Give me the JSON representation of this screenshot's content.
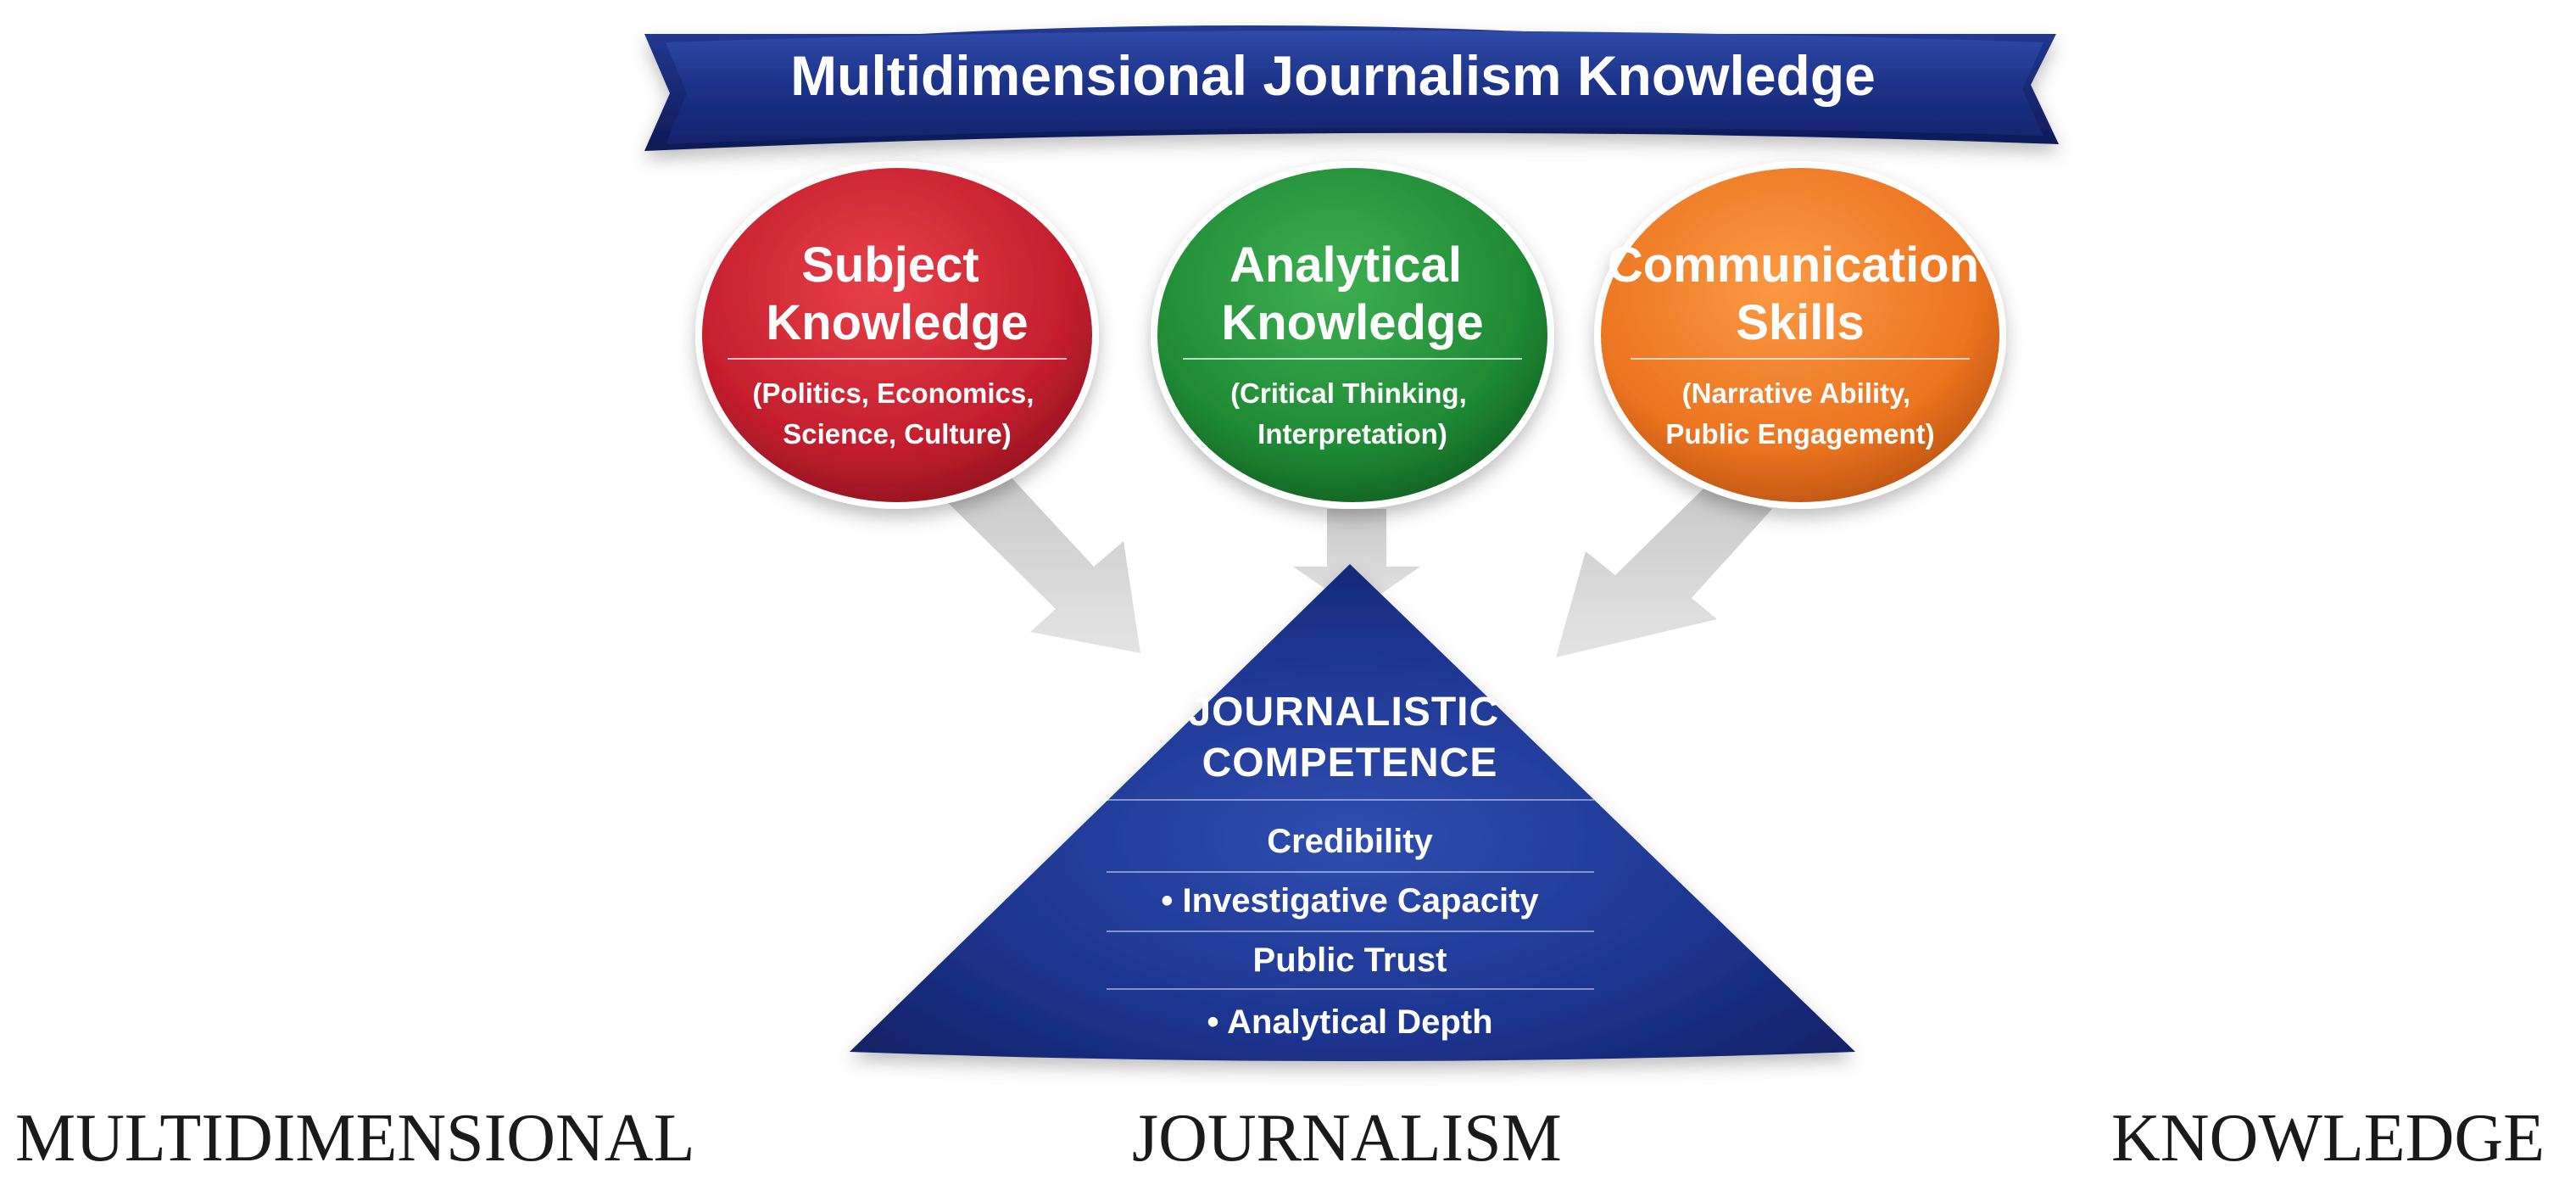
{
  "banner": {
    "title": "Multidimensional Journalism Knowledge"
  },
  "circles": [
    {
      "title_lines": [
        "Subject",
        "Knowledge"
      ],
      "sub_lines": [
        "(Politics, Economics,",
        "Science, Culture)"
      ],
      "color": "#c41e2d"
    },
    {
      "title_lines": [
        "Analytical",
        "Knowledge"
      ],
      "sub_lines": [
        "(Critical Thinking,",
        "Interpretation)"
      ],
      "color": "#1f8a34"
    },
    {
      "title_lines": [
        "Communication",
        "Skills"
      ],
      "sub_lines": [
        "(Narrative Ability,",
        "Public Engagement)"
      ],
      "color": "#e8701c"
    }
  ],
  "pyramid": {
    "title_lines": [
      "JOURNALISTIC",
      "COMPETENCE"
    ],
    "items": [
      "Credibility",
      "• Investigative Capacity",
      "Public Trust",
      "• Analytical Depth"
    ],
    "color": "#1a2f86"
  },
  "footer": {
    "words": [
      "MULTIDIMENSIONAL",
      "JOURNALISM",
      "KNOWLEDGE"
    ]
  }
}
